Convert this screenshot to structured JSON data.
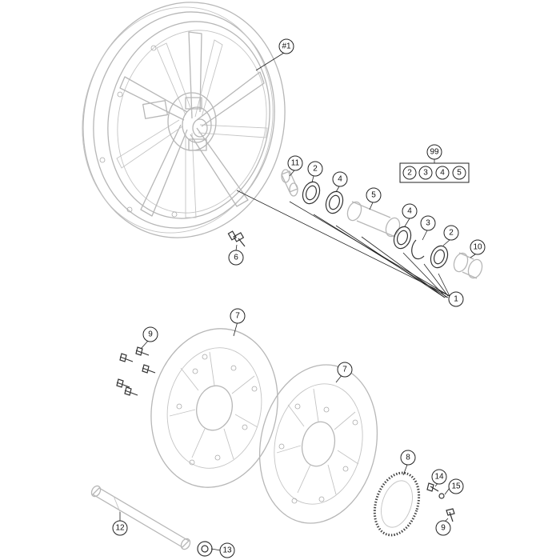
{
  "callouts": {
    "c_wheel": "#1",
    "c_11": "11",
    "c_2a": "2",
    "c_4a": "4",
    "c_5": "5",
    "c_4b": "4",
    "c_3": "3",
    "c_2b": "2",
    "c_10": "10",
    "c_1": "1",
    "c_6": "6",
    "c_99": "99",
    "kit_2": "2",
    "kit_3": "3",
    "kit_4": "4",
    "kit_5": "5",
    "c_7a": "7",
    "c_7b": "7",
    "c_9a": "9",
    "c_8": "8",
    "c_14": "14",
    "c_15": "15",
    "c_9b": "9",
    "c_12": "12",
    "c_13": "13"
  }
}
